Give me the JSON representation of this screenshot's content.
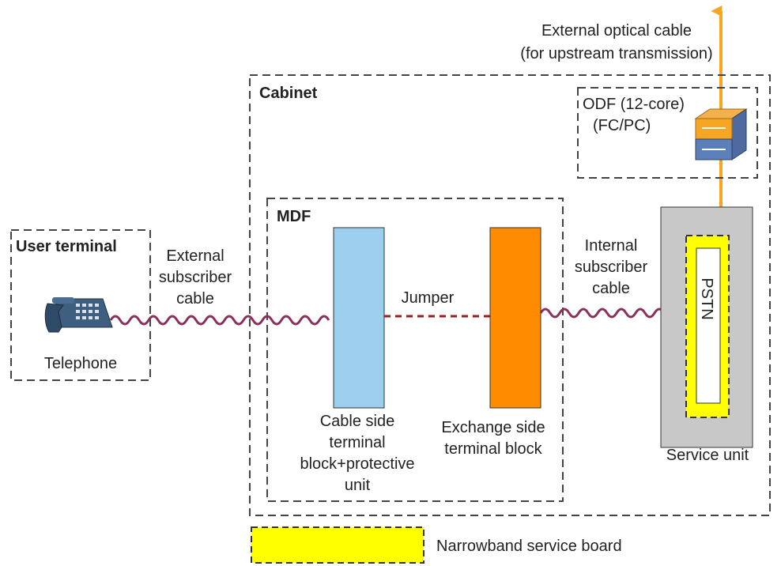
{
  "colors": {
    "cable_wire": "#8b2e5a",
    "jumper": "#9b1c1c",
    "cable_side_block": "#9ccfee",
    "exchange_side_block": "#ff8c00",
    "service_unit_fill": "#c8c8c8",
    "board_highlight": "#ffff00",
    "upstream_arrow": "#f5a623",
    "dashed_border": "#444444"
  },
  "uplink": {
    "line1": "External optical cable",
    "line2": "(for upstream transmission)"
  },
  "cabinet": {
    "title": "Cabinet"
  },
  "odf": {
    "line1": "ODF (12-core)",
    "line2": "(FC/PC)",
    "icon": "odf-box-icon"
  },
  "mdf": {
    "title": "MDF"
  },
  "user_terminal": {
    "title": "User terminal",
    "device_label": "Telephone",
    "icon": "telephone-icon"
  },
  "external_cable": {
    "line1": "External",
    "line2": "subscriber",
    "line3": "cable"
  },
  "jumper": {
    "label": "Jumper"
  },
  "cable_side_block": {
    "line1": "Cable side",
    "line2": "terminal",
    "line3": "block+protective",
    "line4": "unit"
  },
  "exchange_side_block": {
    "line1": "Exchange side",
    "line2": "terminal block"
  },
  "internal_cable": {
    "line1": "Internal",
    "line2": "subscriber",
    "line3": "cable"
  },
  "service_unit": {
    "label": "Service unit",
    "board_label": "PSTN"
  },
  "legend": {
    "label": "Narrowband service board"
  }
}
